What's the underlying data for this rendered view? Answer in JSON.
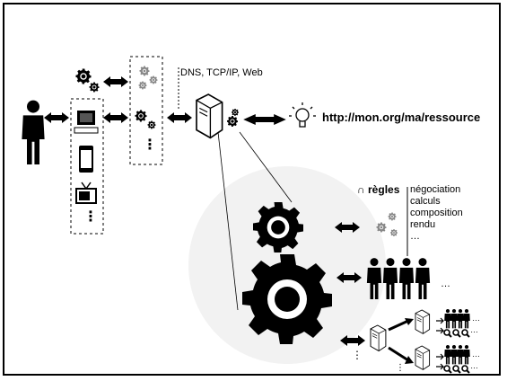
{
  "labels": {
    "protocols": "DNS, TCP/IP, Web",
    "url": "http://mon.org/ma/ressource",
    "regles_prefix": "∩",
    "regles": "règles",
    "rules_list": [
      "négociation",
      "calculs",
      "composition",
      "rendu",
      "…"
    ],
    "ellipsis_people_main": "…",
    "ellipsis_people_small_1": "…",
    "ellipsis_people_small_2": "…",
    "ellipsis_mag_1": "…",
    "ellipsis_mag_2": "…",
    "vdots_servers": "⋮",
    "vdots_devices": "⋮",
    "vdots_gears": "⋮",
    "vdots_small": "⋮"
  },
  "icons": {
    "person": "person-icon",
    "computer": "computer-icon",
    "phone": "phone-icon",
    "tv": "tv-icon",
    "gear": "gear-icon",
    "server": "server-icon",
    "bulb": "lightbulb-icon",
    "magnifier": "magnifier-icon",
    "arrow": "double-arrow-icon"
  }
}
